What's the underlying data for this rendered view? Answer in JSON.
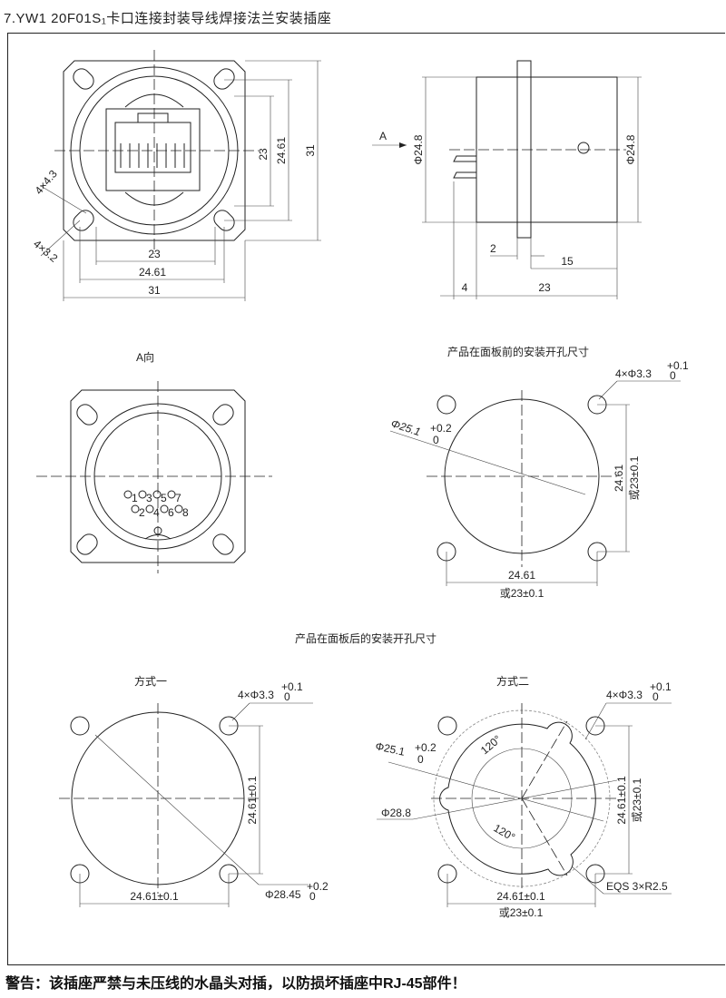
{
  "title": "7.YW1 20F01S₁卡口连接封装导线焊接法兰安装插座",
  "front_view": {
    "dim_v_inner": "23",
    "dim_v_mid": "24.61",
    "dim_v_outer": "31",
    "dim_h_inner": "23",
    "dim_h_mid": "24.61",
    "dim_h_outer": "31",
    "hole_note_1": "4×4.3",
    "hole_note_2": "4×3.2"
  },
  "side_view": {
    "arrow_label": "A",
    "dia_left": "Φ24.8",
    "dia_right": "Φ24.8",
    "dim_2": "2",
    "dim_15": "15",
    "dim_4": "4",
    "dim_23": "23"
  },
  "a_view": {
    "title": "A向",
    "pins": [
      "1",
      "2",
      "3",
      "4",
      "5",
      "6",
      "7",
      "8"
    ]
  },
  "panel_front": {
    "title": "产品在面板前的安装开孔尺寸",
    "holes": "4×Φ3.3",
    "holes_tol_up": "+0.1",
    "holes_tol_low": "0",
    "dia": "Φ25.1",
    "dia_tol_up": "+0.2",
    "dia_tol_low": "0",
    "dim_v": "24.61",
    "dim_v_alt": "或23±0.1",
    "dim_h": "24.61",
    "dim_h_alt": "或23±0.1"
  },
  "panel_rear_title": "产品在面板后的安装开孔尺寸",
  "method1": {
    "title": "方式一",
    "holes": "4×Φ3.3",
    "holes_tol_up": "+0.1",
    "holes_tol_low": "0",
    "dim_v": "24.61±0.1",
    "dim_h": "24.61±0.1",
    "dia": "Φ28.45",
    "dia_tol_up": "+0.2",
    "dia_tol_low": "0"
  },
  "method2": {
    "title": "方式二",
    "holes": "4×Φ3.3",
    "holes_tol_up": "+0.1",
    "holes_tol_low": "0",
    "dia": "Φ25.1",
    "dia_tol_up": "+0.2",
    "dia_tol_low": "0",
    "dia_outer": "Φ28.8",
    "angle_top": "120°",
    "angle_bottom": "120°",
    "dim_v": "24.61±0.1",
    "dim_v_alt": "或23±0.1",
    "dim_h": "24.61±0.1",
    "dim_h_alt": "或23±0.1",
    "notch": "EQS 3×R2.5"
  },
  "warning": "警告：该插座严禁与未压线的水晶头对插，以防损坏插座中RJ-45部件！"
}
